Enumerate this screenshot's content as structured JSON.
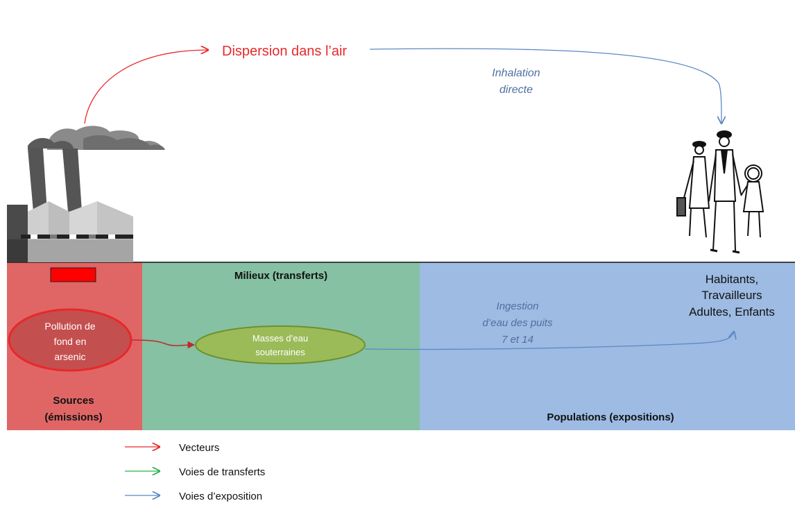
{
  "top": {
    "dispersion_label": "Dispersion dans l’air",
    "inhalation_line1": "Inhalation",
    "inhalation_line2": "directe"
  },
  "panels": {
    "sources": {
      "title_line1": "Sources",
      "title_line2": "(émissions)",
      "ellipse_line1": "Pollution de",
      "ellipse_line2": "fond en",
      "ellipse_line3": "arsenic",
      "color": "#e06666"
    },
    "milieux": {
      "title": "Milieux (transferts)",
      "ellipse_line1": "Masses d’eau",
      "ellipse_line2": "souterraines",
      "color": "#85c1a2"
    },
    "populations": {
      "title": "Populations (expositions)",
      "people_line1": "Habitants,",
      "people_line2": "Travailleurs",
      "people_line3": "Adultes, Enfants",
      "ingestion_line1": "Ingestion",
      "ingestion_line2": "d’eau des puits",
      "ingestion_line3": "7 et 14",
      "color": "#9dbbe3"
    }
  },
  "legend": {
    "items": [
      {
        "label": "Vecteurs",
        "color": "#e8282b"
      },
      {
        "label": "Voies de transferts",
        "color": "#2bb24c"
      },
      {
        "label": "Voies d’exposition",
        "color": "#5b87c6"
      }
    ]
  },
  "icons": {
    "factory": "factory-icon",
    "people": "family-icon"
  }
}
